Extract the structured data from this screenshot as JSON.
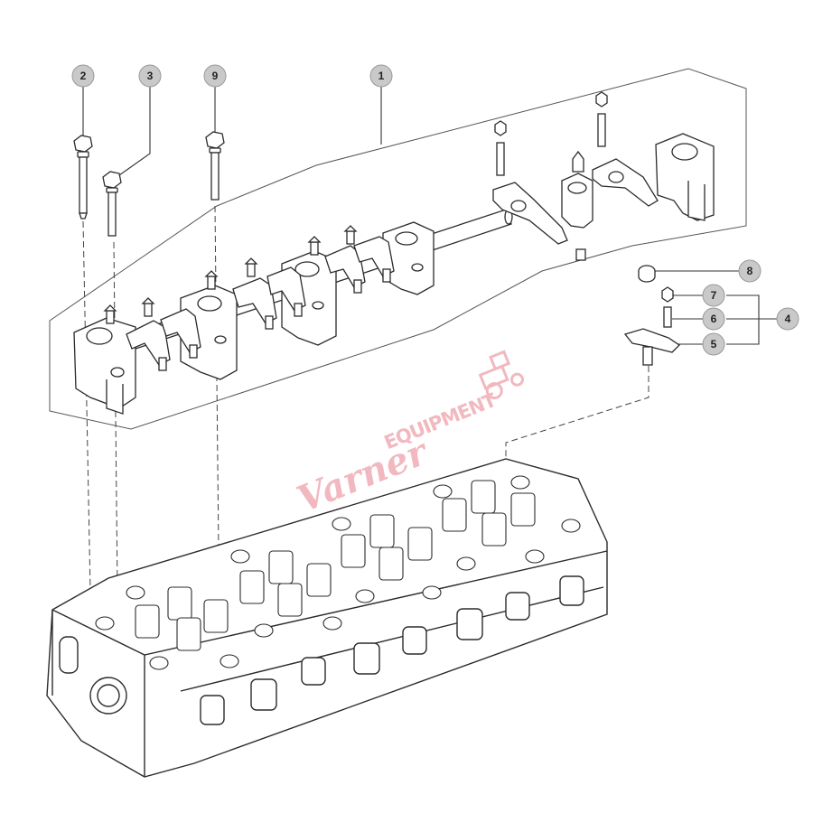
{
  "diagram": {
    "callouts": [
      {
        "id": "callout-2",
        "label": "2"
      },
      {
        "id": "callout-3",
        "label": "3"
      },
      {
        "id": "callout-9",
        "label": "9"
      },
      {
        "id": "callout-1",
        "label": "1"
      },
      {
        "id": "callout-8",
        "label": "8"
      },
      {
        "id": "callout-7",
        "label": "7"
      },
      {
        "id": "callout-6",
        "label": "6"
      },
      {
        "id": "callout-5",
        "label": "5"
      },
      {
        "id": "callout-4",
        "label": "4"
      }
    ]
  },
  "watermark": {
    "script": "Varner",
    "block": "EQUIPMENT",
    "color": "#f1b9bf"
  },
  "colors": {
    "line": "#2b2b2b",
    "callout_fill": "#c9c9c9"
  }
}
